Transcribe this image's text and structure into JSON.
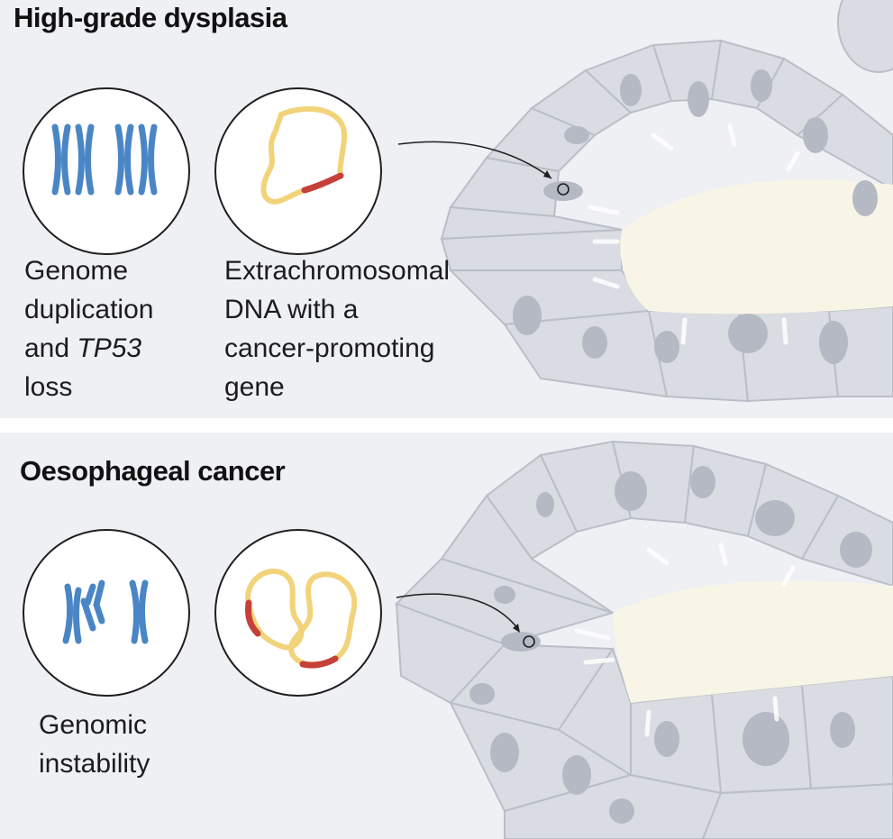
{
  "panels": [
    {
      "title": "High-grade dysplasia",
      "captions": [
        {
          "lines": [
            "Genome",
            "duplication"
          ],
          "mixed": {
            "before": "and ",
            "italic": "TP53"
          },
          "last": "loss"
        },
        {
          "lines": [
            "Extrachromosomal",
            "DNA with a",
            "cancer-promoting",
            "gene"
          ]
        }
      ]
    },
    {
      "title": "Oesophageal cancer",
      "captions": [
        {
          "lines": [
            "Genomic",
            "instability"
          ]
        }
      ]
    }
  ],
  "colors": {
    "panel_bg": "#eef0f4",
    "cell_fill": "#d9dce2",
    "cell_stroke": "#b9bec7",
    "nucleus": "#b4b9c3",
    "lumen": "#f8f5e6",
    "chromosome": "#4a86c5",
    "dna": "#f2d37a",
    "oncogene": "#c6403a"
  }
}
